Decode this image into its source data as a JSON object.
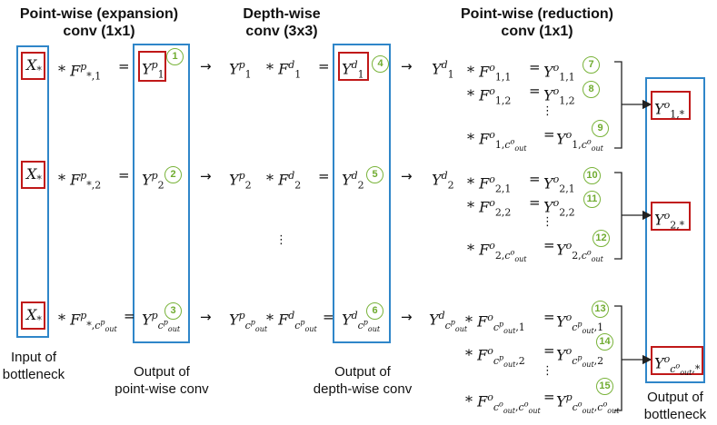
{
  "headers": {
    "pw_expansion_line1": "Point-wise (expansion)",
    "pw_expansion_line2": "conv (1x1)",
    "dw_line1": "Depth-wise",
    "dw_line2": "conv (3x3)",
    "pw_reduction_line1": "Point-wise (reduction)",
    "pw_reduction_line2": "conv (1x1)"
  },
  "captions": {
    "input_line1": "Input of",
    "input_line2": "bottleneck",
    "pw_out_line1": "Output of",
    "pw_out_line2": "point-wise conv",
    "dw_out_line1": "Output of",
    "dw_out_line2": "depth-wise conv",
    "final_out_line1": "Output of",
    "final_out_line2": "bottleneck"
  },
  "symbols": {
    "X": "X",
    "Y": "Y",
    "F": "F",
    "star": "*",
    "p": "p",
    "d": "d",
    "o": "o",
    "one": "1",
    "two": "2",
    "comma_one": ",1",
    "comma_two": ",2",
    "c": "c",
    "cout_sub": "out",
    "star_comma": "*,",
    "comma_star": ",*",
    "one_comma": "1,",
    "two_comma": "2,",
    "comma": ",",
    "eq": "=",
    "times": "*",
    "arrow": "→",
    "vdots": "⋮"
  },
  "badges": [
    "1",
    "2",
    "3",
    "4",
    "5",
    "6",
    "7",
    "8",
    "9",
    "10",
    "11",
    "12",
    "13",
    "14",
    "15"
  ],
  "colors": {
    "blue_box": "#2f86c9",
    "red_box": "#c01818",
    "badge_green": "#6fab2f"
  }
}
